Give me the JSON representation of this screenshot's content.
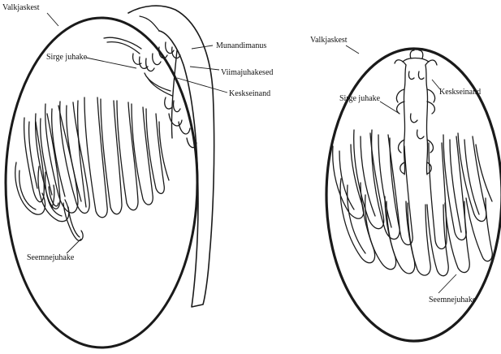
{
  "figures": [
    {
      "labels": {
        "tunica": "Valkjaskest",
        "tubulus_rectus": "Sirge juhake",
        "epididymis_head": "Munandimanus",
        "ductuli_efferentes": "Viimajuhakesed",
        "mediastinum": "Keskseinand",
        "tubulus_seminiferus": "Seemnejuhake"
      }
    },
    {
      "labels": {
        "tunica": "Valkjaskest",
        "mediastinum": "Keskseinand",
        "tubulus_rectus": "Sirge juhake",
        "tubulus_seminiferus": "Seemnejuhake"
      }
    }
  ],
  "colors": {
    "ink": "#1a1a1a",
    "background": "#ffffff"
  }
}
